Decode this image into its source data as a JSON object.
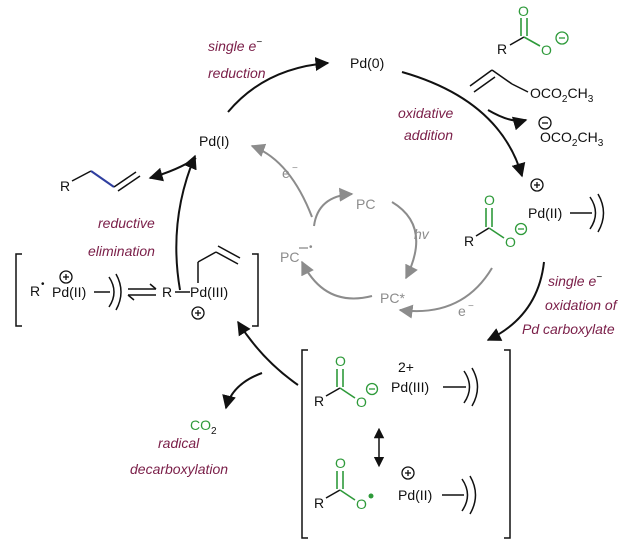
{
  "species": {
    "pd0": "Pd(0)",
    "pd1": "Pd(I)",
    "pd2": "Pd(II)",
    "pd3": "Pd(III)",
    "pc": "PC",
    "pc_star": "PC*",
    "pc_radical_anion": "PC",
    "electron": "e",
    "co2": "CO",
    "co2_sub": "2",
    "r": "R",
    "o": "O",
    "charge_2plus": "2+",
    "hv": "hv",
    "carbonate": "OCO",
    "ch3": "CH",
    "sub2": "2",
    "sub3": "3"
  },
  "steps": {
    "single_e_reduction_1": "single e",
    "single_e_reduction_2": "reduction",
    "oxidative_addition_1": "oxidative",
    "oxidative_addition_2": "addition",
    "reductive_elimination_1": "reductive",
    "reductive_elimination_2": "elimination",
    "single_e_oxidation_1": "single e",
    "single_e_oxidation_2": "oxidation of",
    "single_e_oxidation_3": "Pd carboxylate",
    "radical_decarboxylation_1": "radical",
    "radical_decarboxylation_2": "decarboxylation"
  },
  "colors": {
    "step_label": "#7a1e48",
    "photocatalyst_cycle": "#8c8c8c",
    "carboxylate": "#2e9a3a",
    "new_bond": "#2f3fa0"
  }
}
